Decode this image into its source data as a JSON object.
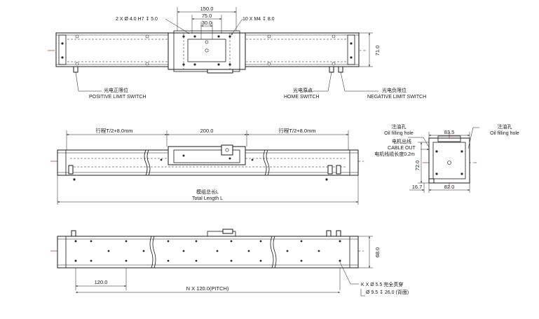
{
  "top_view": {
    "dim_150": "150.0",
    "dim_75": "75.0",
    "dim_30": "30.0",
    "dim_71": "71.0",
    "note_pin_holes": "2 X Ø 4.0 H7 ↧ 5.0",
    "note_tapped_holes": "10 X  M4 ↧ 8.0",
    "positive_limit_cn": "光电正限位",
    "positive_limit_en": "POSITIVE LIMIT SWITCH",
    "home_cn": "光电原点",
    "home_en": "HOME SWITCH",
    "negative_limit_cn": "光电负限位",
    "negative_limit_en": "NEGATIVE LIMIT SWITCH"
  },
  "front_view": {
    "stroke_left": "行程T/2+8.0mm",
    "carriage": "200.0",
    "stroke_right": "行程T/2+8.0mm",
    "total_length_cn": "模组总长L",
    "total_length_en": "Total Length L"
  },
  "end_view": {
    "oil_left_cn": "注油孔",
    "oil_left_en": "Oil filling hole",
    "oil_right_cn": "注油孔",
    "oil_right_en": "Oil filling hole",
    "cable_cn": "电机出线",
    "cable_en": "CABLE OUT",
    "cable_len": "电机线缆长度0.2m",
    "dim_83_5": "83.5",
    "dim_72": "72.0",
    "dim_16_7": "16.7",
    "dim_82": "82.0"
  },
  "bottom_view": {
    "dim_120": "120.0",
    "pitch": "N X 120.0(PITCH)",
    "dim_68": "68.0",
    "hole_note_1": "K X Ø 5.5 完全贯穿",
    "hole_note_2": "Ø 9.5 ↧ 26.0 (背面)"
  }
}
